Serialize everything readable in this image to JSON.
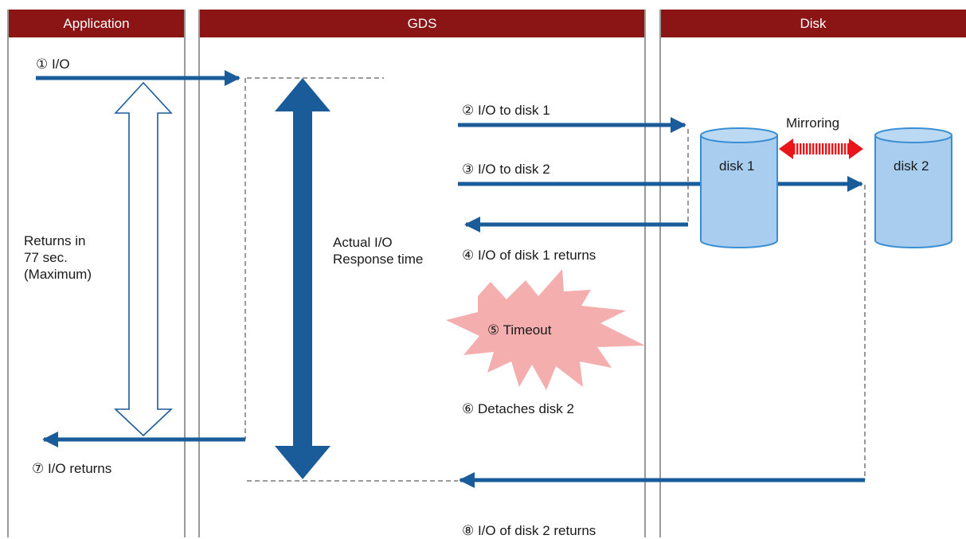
{
  "lanes": {
    "application": "Application",
    "gds": "GDS",
    "disk": "Disk"
  },
  "steps": {
    "s1": "① I/O",
    "s2": "② I/O to disk 1",
    "s3": "③ I/O to disk 2",
    "s4": "④ I/O of disk 1 returns",
    "s5": "⑤ Timeout",
    "s6": "⑥ Detaches disk 2",
    "s7": "⑦ I/O returns",
    "s8": "⑧ I/O of disk 2 returns"
  },
  "labels": {
    "returns_max": "Returns in\n77 sec.\n(Maximum)",
    "actual_response": "Actual I/O\nResponse time",
    "mirroring": "Mirroring",
    "disk1": "disk 1",
    "disk2": "disk 2"
  },
  "colors": {
    "header": "#8b1415",
    "arrow": "#1a5c9a",
    "disk_fill": "#a9cdef",
    "disk_stroke": "#3a8fd4",
    "burst": "#f4aeae",
    "mirror": "#e8161b"
  }
}
